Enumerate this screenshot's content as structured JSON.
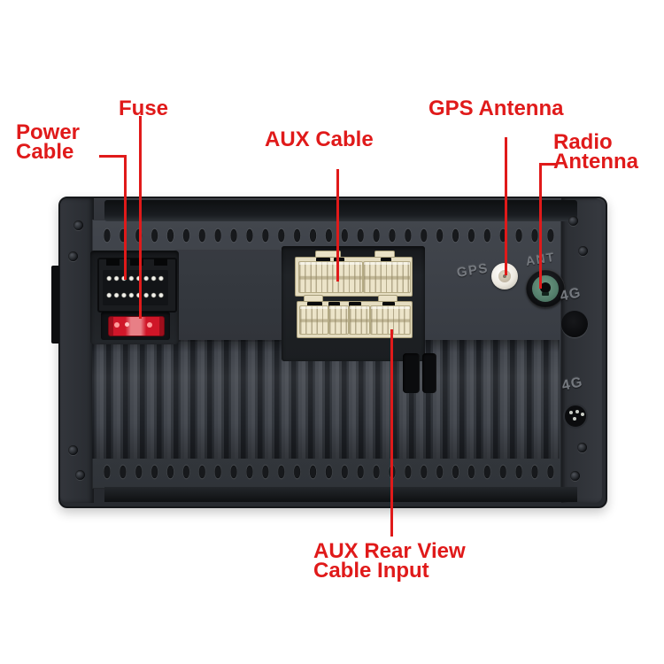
{
  "colors": {
    "red": "#e01a1a",
    "emboss": "#75797f",
    "chassis": "#2d3035",
    "panel": "#3a3e45",
    "bezel": "#121416",
    "bay": "#1e2125",
    "cream": "#e9e1c6",
    "fuse-red": "#c8162a",
    "gps-white": "#f2efe7",
    "ant-green": "#5c8873",
    "hole": "#0c0d0f"
  },
  "annotations": {
    "power_cable": {
      "line1": "Power",
      "line2": "Cable"
    },
    "fuse": {
      "label": "Fuse"
    },
    "aux_cable": {
      "label": "AUX Cable"
    },
    "gps_antenna": {
      "label": "GPS Antenna"
    },
    "radio_antenna": {
      "line1": "Radio",
      "line2": "Antenna"
    },
    "aux_rear_view": {
      "line1": "AUX Rear View",
      "line2": "Cable Input"
    }
  },
  "device": {
    "embossed": {
      "gps": "GPS",
      "ant": "ANT",
      "fourg_top": "4G",
      "fourg_bottom": "4G"
    }
  }
}
